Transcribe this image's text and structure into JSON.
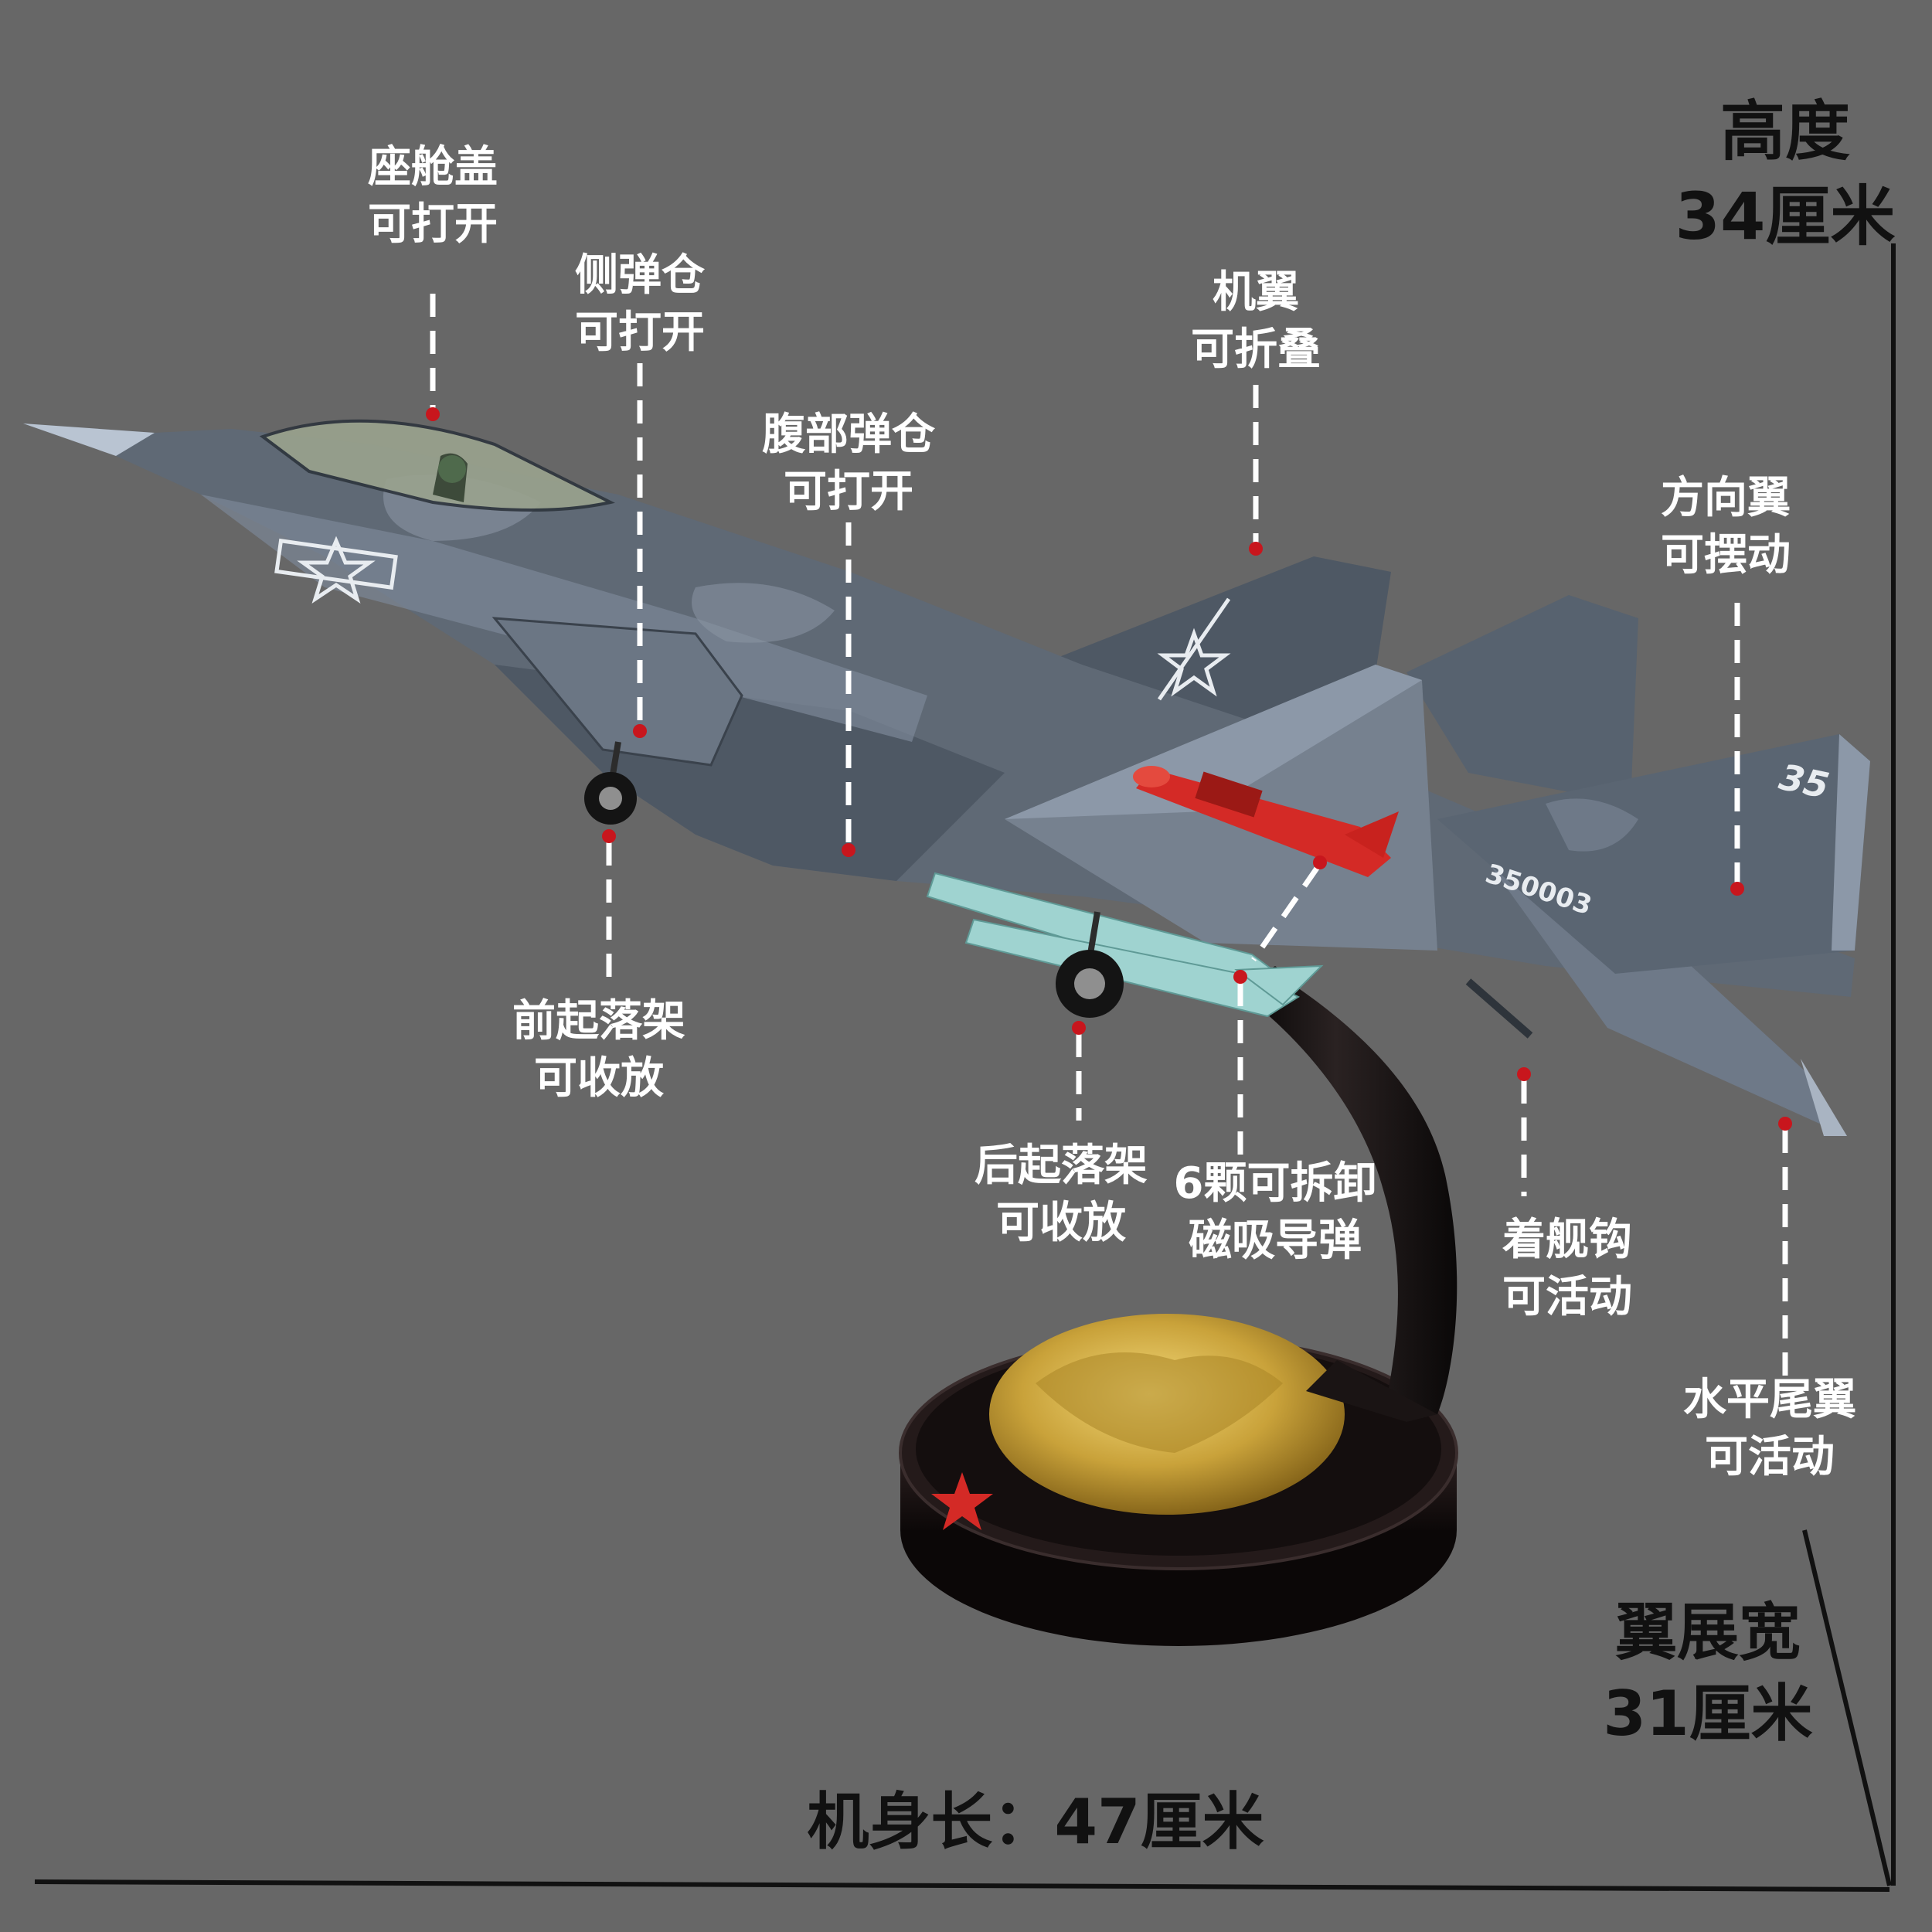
{
  "callouts": [
    {
      "id": "canopy",
      "line1": "座舱盖",
      "line2": "可打开"
    },
    {
      "id": "side-bay",
      "line1": "侧弹仓",
      "line2": "可打开"
    },
    {
      "id": "wing",
      "line1": "机翼",
      "line2": "可折叠"
    },
    {
      "id": "belly-bay",
      "line1": "腹部弹仓",
      "line2": "可打开"
    },
    {
      "id": "rudder",
      "line1": "方向翼",
      "line2": "可摆动"
    },
    {
      "id": "front-gear",
      "line1": "前起落架",
      "line2": "可收放"
    },
    {
      "id": "rear-gear",
      "line1": "后起落架",
      "line2": "可收放"
    },
    {
      "id": "missiles",
      "line1": "6颗可拆卸",
      "line2": "磁吸导弹"
    },
    {
      "id": "tailhook",
      "line1": "着舰钩",
      "line2": "可活动"
    },
    {
      "id": "stabilizer",
      "line1": "水平尾翼",
      "line2": "可活动"
    }
  ],
  "dimensions": {
    "height": {
      "line1": "高度",
      "line2": "34厘米"
    },
    "wingspan": {
      "line1": "翼展宽",
      "line2": "31厘米"
    },
    "length": "机身长：47厘米"
  },
  "aircraft_markings": {
    "serial": "350003",
    "tail_code": "35"
  },
  "colors": {
    "background": "#676767",
    "callout_text": "#ffffff",
    "dimension_text": "#111111",
    "marker_dot": "#c8161d",
    "aircraft_gray": "#5f6975",
    "aircraft_light": "#8c98a8",
    "missile_red": "#d42a26",
    "missile_teal": "#9fd3d0",
    "stand_black": "#141111",
    "medallion_gold": "#c9a23a"
  }
}
